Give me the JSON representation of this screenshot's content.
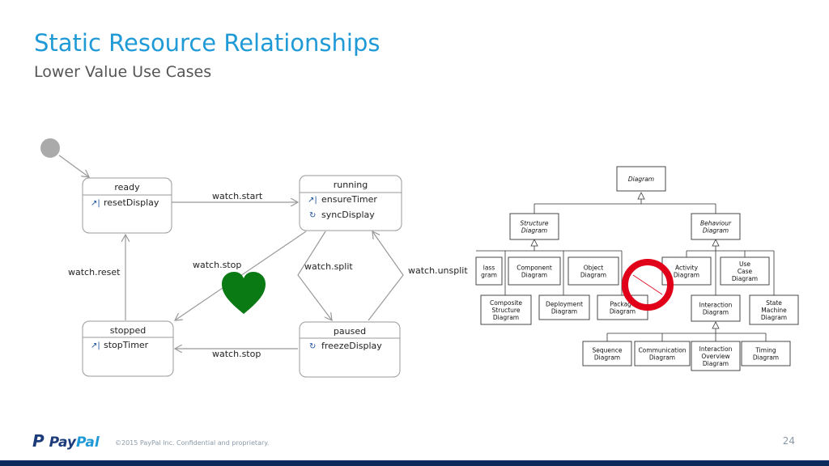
{
  "slide": {
    "title": "Static Resource Relationships",
    "subtitle": "Lower Value Use Cases",
    "page_number": "24"
  },
  "footer": {
    "logo_pay": "Pay",
    "logo_pal": "Pal",
    "copyright": "©2015 PayPal Inc. Confidential and proprietary."
  },
  "state_diagram": {
    "states": {
      "ready": {
        "name": "ready",
        "actions": [
          "resetDisplay"
        ]
      },
      "running": {
        "name": "running",
        "actions": [
          "ensureTimer",
          "syncDisplay"
        ]
      },
      "stopped": {
        "name": "stopped",
        "actions": [
          "stopTimer"
        ]
      },
      "paused": {
        "name": "paused",
        "actions": [
          "freezeDisplay"
        ]
      }
    },
    "transitions": {
      "start": "watch.start",
      "reset": "watch.reset",
      "stop_running": "watch.stop",
      "split": "watch.split",
      "unsplit": "watch.unsplit",
      "stop_paused": "watch.stop"
    },
    "heart_color": "#0a7a14"
  },
  "uml_diagram": {
    "root": "Diagram",
    "structure": "Structure Diagram",
    "behaviour": "Behaviour Diagram",
    "class": "lass gram",
    "component": "Component Diagram",
    "object": "Object Diagram",
    "composite": "Composite Structure Diagram",
    "deployment": "Deployment Diagram",
    "package": "Package Diagram",
    "activity": "Activity Diagram",
    "usecase": "Use Case Diagram",
    "interaction": "Interaction Diagram",
    "statemachine": "State Machine Diagram",
    "sequence": "Sequence Diagram",
    "communication": "Communication Diagram",
    "overview": "Interaction Overview Diagram",
    "timing": "Timing Diagram",
    "prohibition_color": "#e0001a"
  },
  "colors": {
    "title": "#1f9ad6",
    "subtitle": "#555555",
    "footer_bar": "#0d2a5c"
  }
}
